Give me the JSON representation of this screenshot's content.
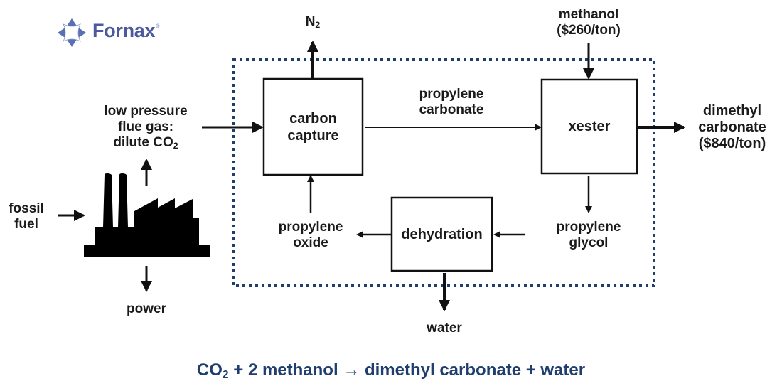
{
  "logo": {
    "name": "Fornax",
    "registered_mark": "®",
    "icon": "star-diamond-logo-icon",
    "color": "#4a5a9c"
  },
  "colors": {
    "system_boundary": "#1f3e6e",
    "arrows": "#111111",
    "equation": "#1f3e6e"
  },
  "nodes": {
    "carbon_capture": {
      "lines": [
        "carbon",
        "capture"
      ]
    },
    "xester": {
      "lines": [
        "xester"
      ]
    },
    "dehydration": {
      "lines": [
        "dehydration"
      ]
    },
    "power_plant": {
      "icon": "factory-icon"
    }
  },
  "labels": {
    "n2": {
      "main": "N",
      "sub": "2"
    },
    "methanol": {
      "line1": "methanol",
      "line2": "($260/ton)"
    },
    "flue_gas": {
      "line1": "low pressure",
      "line2": "flue gas:",
      "line3_main": "dilute CO",
      "line3_sub": "2"
    },
    "propylene_carbonate": {
      "line1": "propylene",
      "line2": "carbonate"
    },
    "dimethyl_carbonate": {
      "line1": "dimethyl",
      "line2": "carbonate",
      "line3": "($840/ton)"
    },
    "fossil_fuel": {
      "line1": "fossil",
      "line2": "fuel"
    },
    "power": "power",
    "propylene_oxide": {
      "line1": "propylene",
      "line2": "oxide"
    },
    "propylene_glycol": {
      "line1": "propylene",
      "line2": "glycol"
    },
    "water": "water"
  },
  "equation": {
    "co": "CO",
    "co_sub": "2",
    "rest_1": " + 2 methanol ",
    "arrow": "→",
    "rest_2": " dimethyl carbonate + water"
  }
}
